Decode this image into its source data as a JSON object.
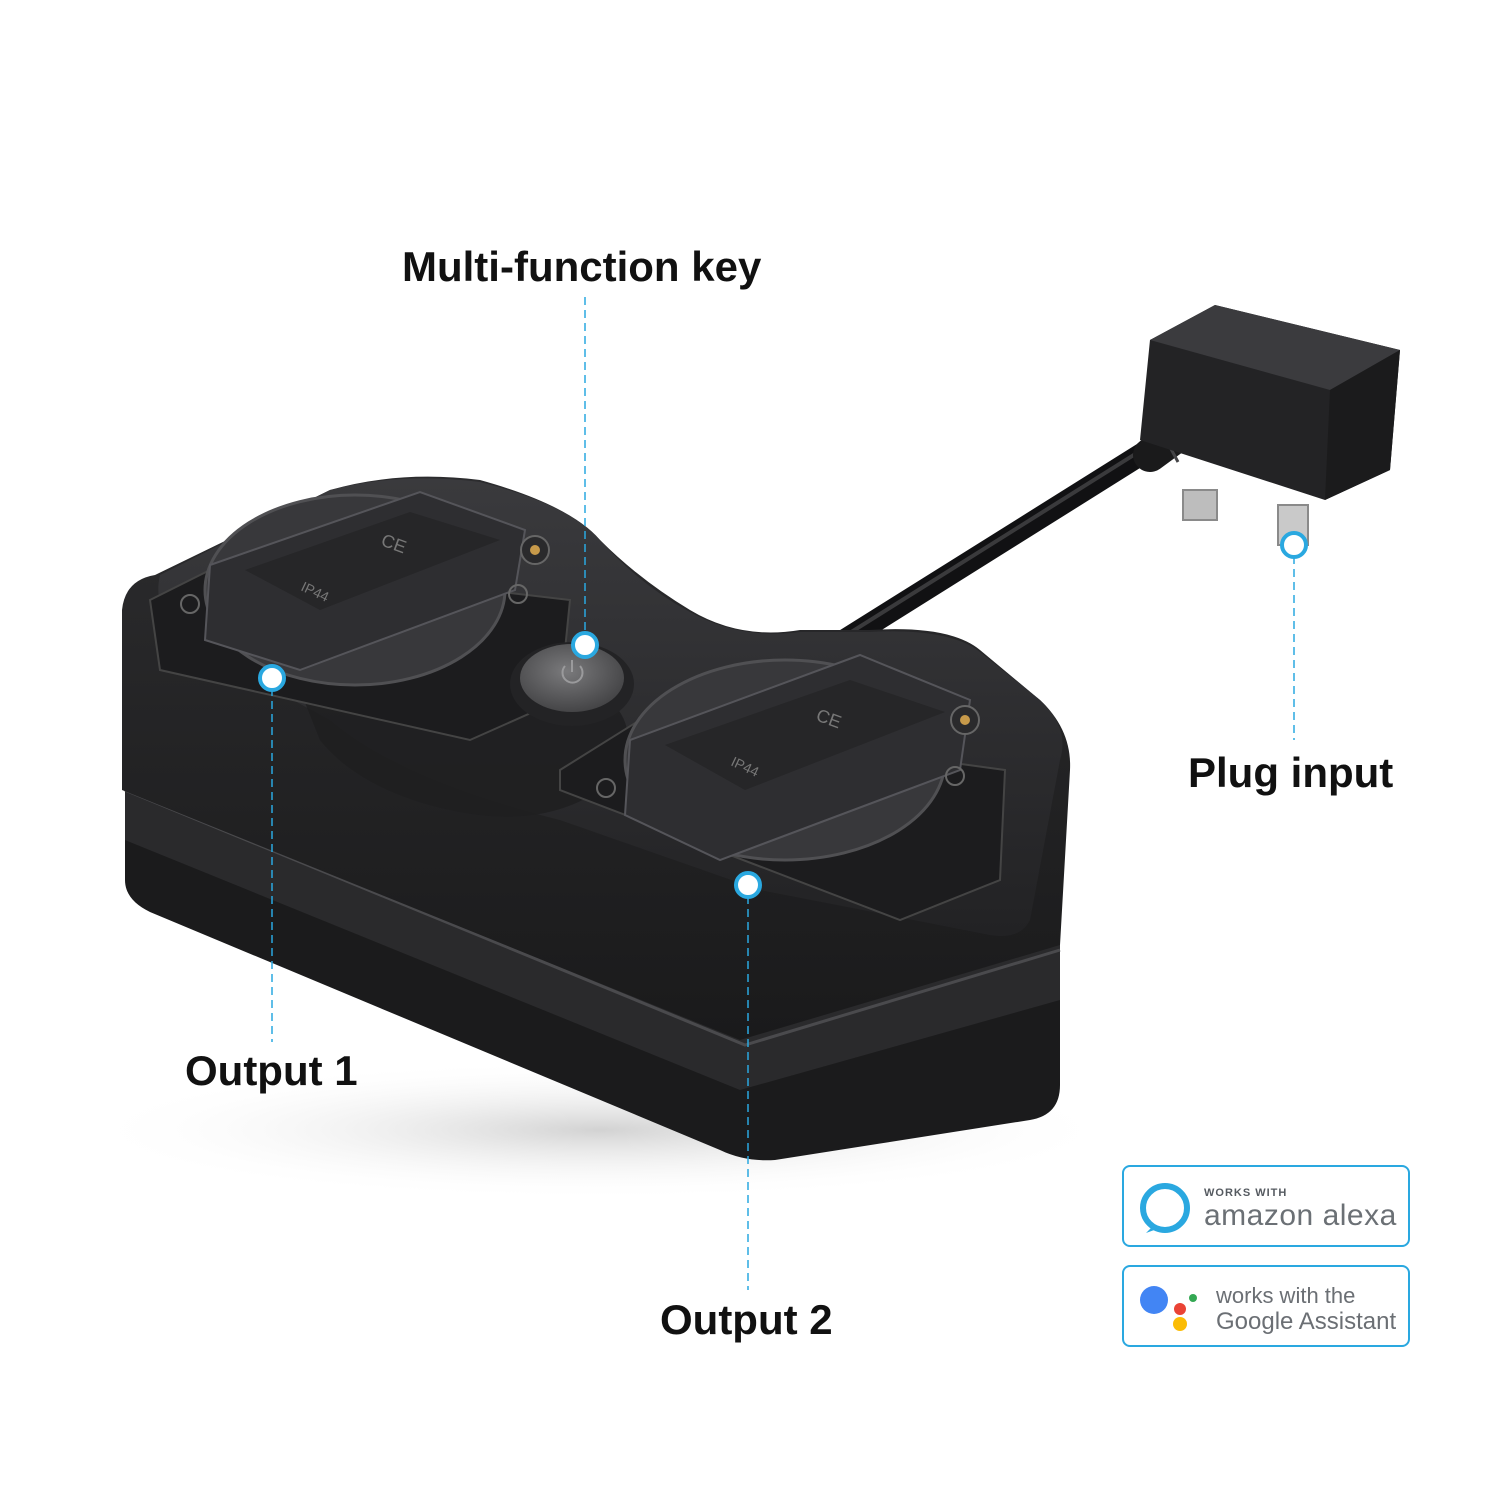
{
  "callouts": {
    "multi_function_key": "Multi-function key",
    "plug_input": "Plug input",
    "output_1": "Output 1",
    "output_2": "Output 2"
  },
  "device_markings": {
    "rating": "IP44",
    "certification": "CE"
  },
  "badges": {
    "alexa": {
      "small": "WORKS WITH",
      "big": "amazon alexa"
    },
    "google": {
      "line1": "works with the",
      "line2": "Google Assistant"
    }
  },
  "colors": {
    "accent": "#2aa8e0",
    "device_body": "#2b2b2d",
    "label_text": "#111111",
    "google_blue": "#4285F4",
    "google_red": "#EA4335",
    "google_yellow": "#FBBC05",
    "google_green": "#34A853"
  },
  "icons": [
    "power-icon",
    "alexa-ring-icon",
    "google-assistant-dots-icon"
  ]
}
